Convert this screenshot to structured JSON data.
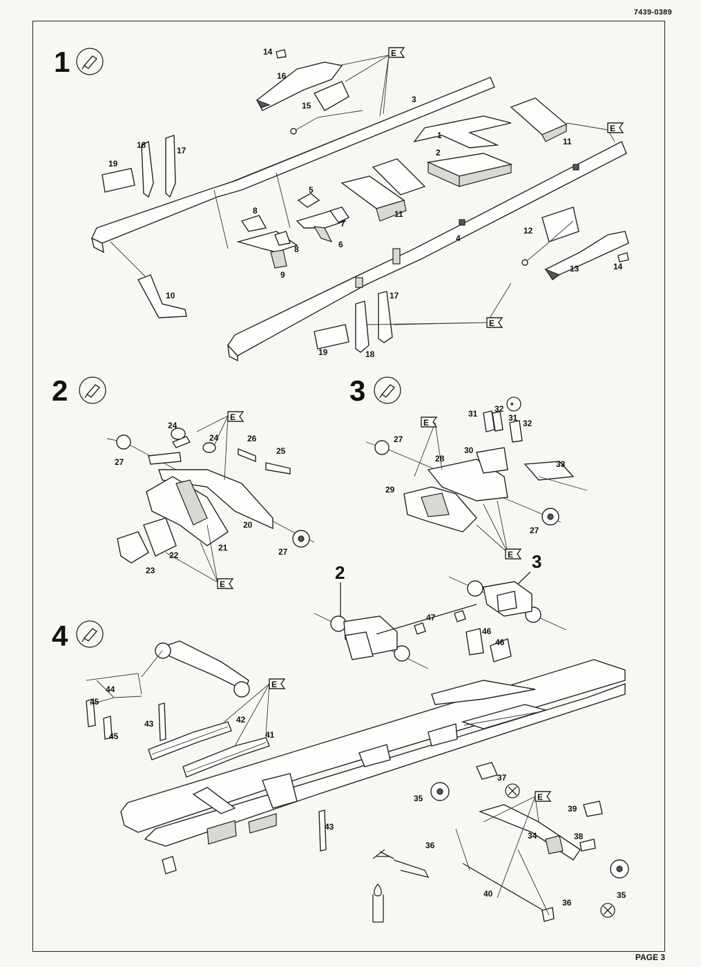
{
  "document": {
    "code": "7439-0389",
    "page_label": "PAGE 3"
  },
  "steps": [
    {
      "number": "1",
      "icon": "glue-tube-icon"
    },
    {
      "number": "2",
      "icon": "glue-tube-icon"
    },
    {
      "number": "3",
      "icon": "glue-tube-icon"
    },
    {
      "number": "4",
      "icon": "glue-tube-icon"
    }
  ],
  "e_flag": "E",
  "asterisk": "*",
  "assembly_refs": {
    "ref_2": "2",
    "ref_3": "3"
  },
  "parts_step1": [
    "14",
    "16",
    "15",
    "3",
    "1",
    "2",
    "11",
    "18",
    "17",
    "19",
    "5",
    "8",
    "7",
    "6",
    "8",
    "9",
    "11",
    "4",
    "12",
    "14",
    "13",
    "10",
    "17",
    "19",
    "18"
  ],
  "parts_step2": [
    "24",
    "24",
    "26",
    "25",
    "27",
    "20",
    "21",
    "22",
    "23",
    "27"
  ],
  "parts_step3": [
    "31",
    "32",
    "31",
    "32",
    "27",
    "30",
    "28",
    "33",
    "29",
    "27"
  ],
  "parts_step4": [
    "47",
    "46",
    "46",
    "44",
    "45",
    "45",
    "43",
    "42",
    "41",
    "43",
    "37",
    "35",
    "39",
    "34",
    "38",
    "36",
    "40",
    "36",
    "35"
  ],
  "icons": [
    "glue-tube-icon",
    "e-flag-icon",
    "sand-icon",
    "candle-heat-icon",
    "drill-hole-icon"
  ]
}
